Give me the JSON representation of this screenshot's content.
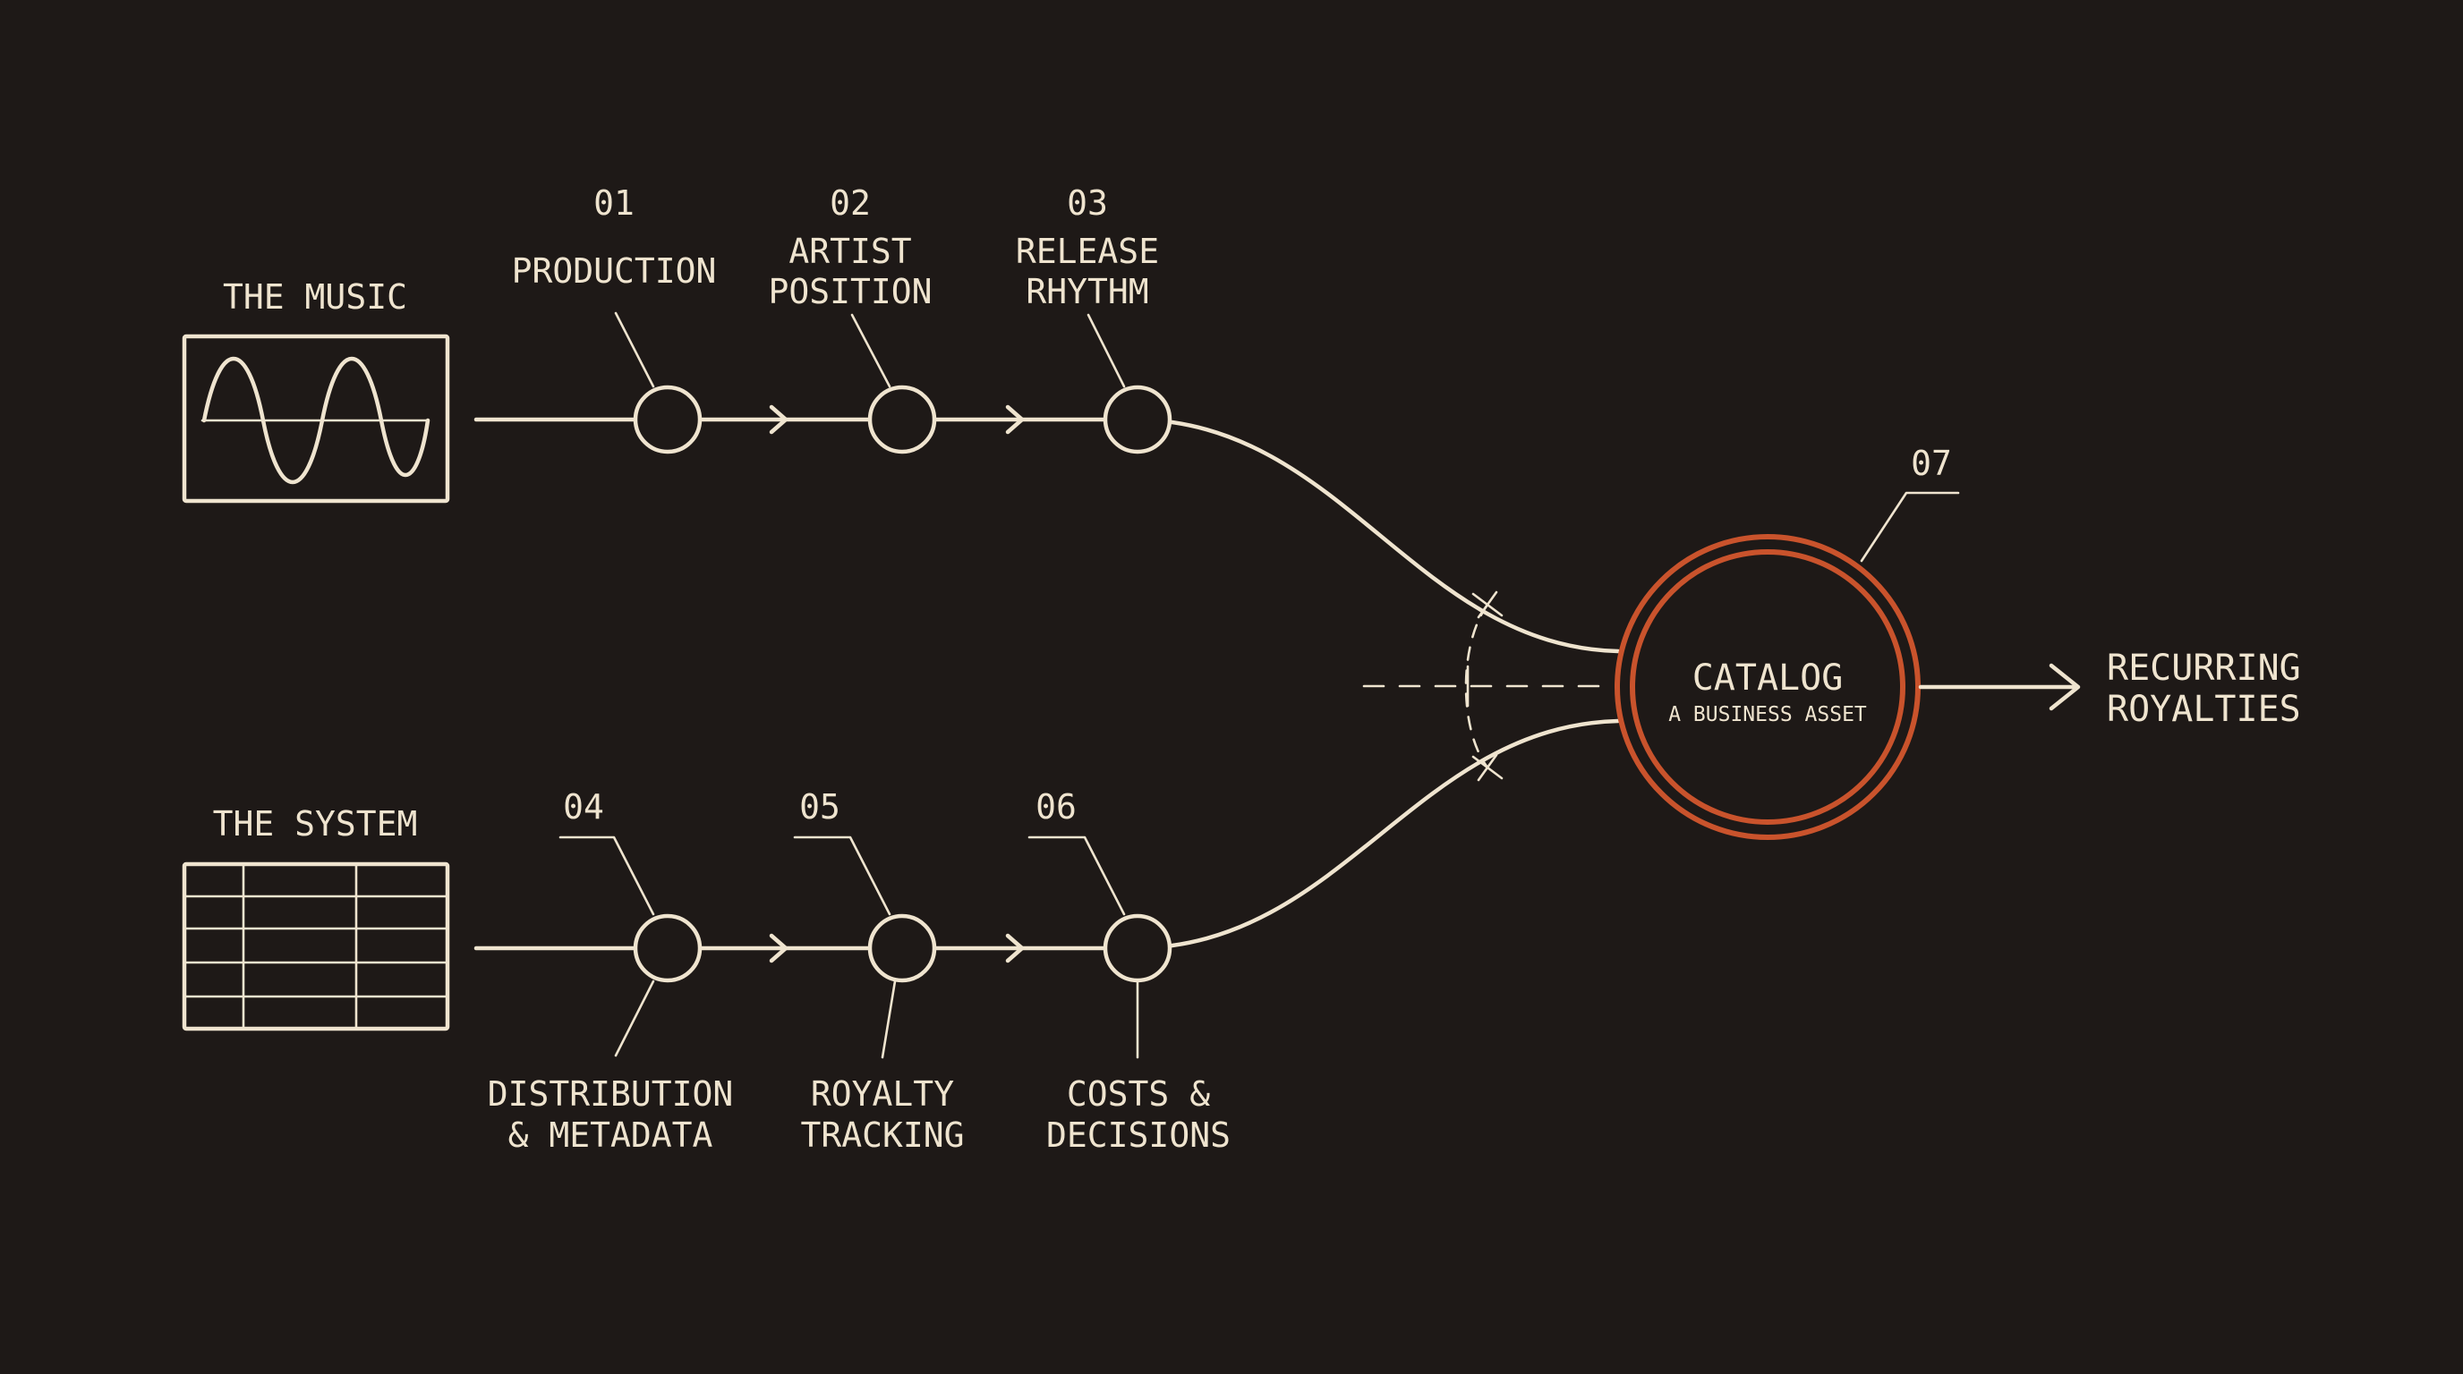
{
  "colors": {
    "background": "#1e1917",
    "ink": "#efe4cf",
    "accent": "#c9532c"
  },
  "inputs": {
    "music": {
      "label": "THE MUSIC",
      "icon": "waveform-icon"
    },
    "system": {
      "label": "THE SYSTEM",
      "icon": "table-grid-icon"
    }
  },
  "steps": {
    "s01": {
      "number": "01",
      "line1": "PRODUCTION",
      "line2": ""
    },
    "s02": {
      "number": "02",
      "line1": "ARTIST",
      "line2": "POSITION"
    },
    "s03": {
      "number": "03",
      "line1": "RELEASE",
      "line2": "RHYTHM"
    },
    "s04": {
      "number": "04",
      "line1": "DISTRIBUTION",
      "line2": "& METADATA"
    },
    "s05": {
      "number": "05",
      "line1": "ROYALTY",
      "line2": "TRACKING"
    },
    "s06": {
      "number": "06",
      "line1": "COSTS &",
      "line2": "DECISIONS"
    }
  },
  "catalog": {
    "number": "07",
    "title": "CATALOG",
    "subtitle": "A BUSINESS ASSET"
  },
  "output": {
    "line1": "RECURRING",
    "line2": "ROYALTIES"
  }
}
